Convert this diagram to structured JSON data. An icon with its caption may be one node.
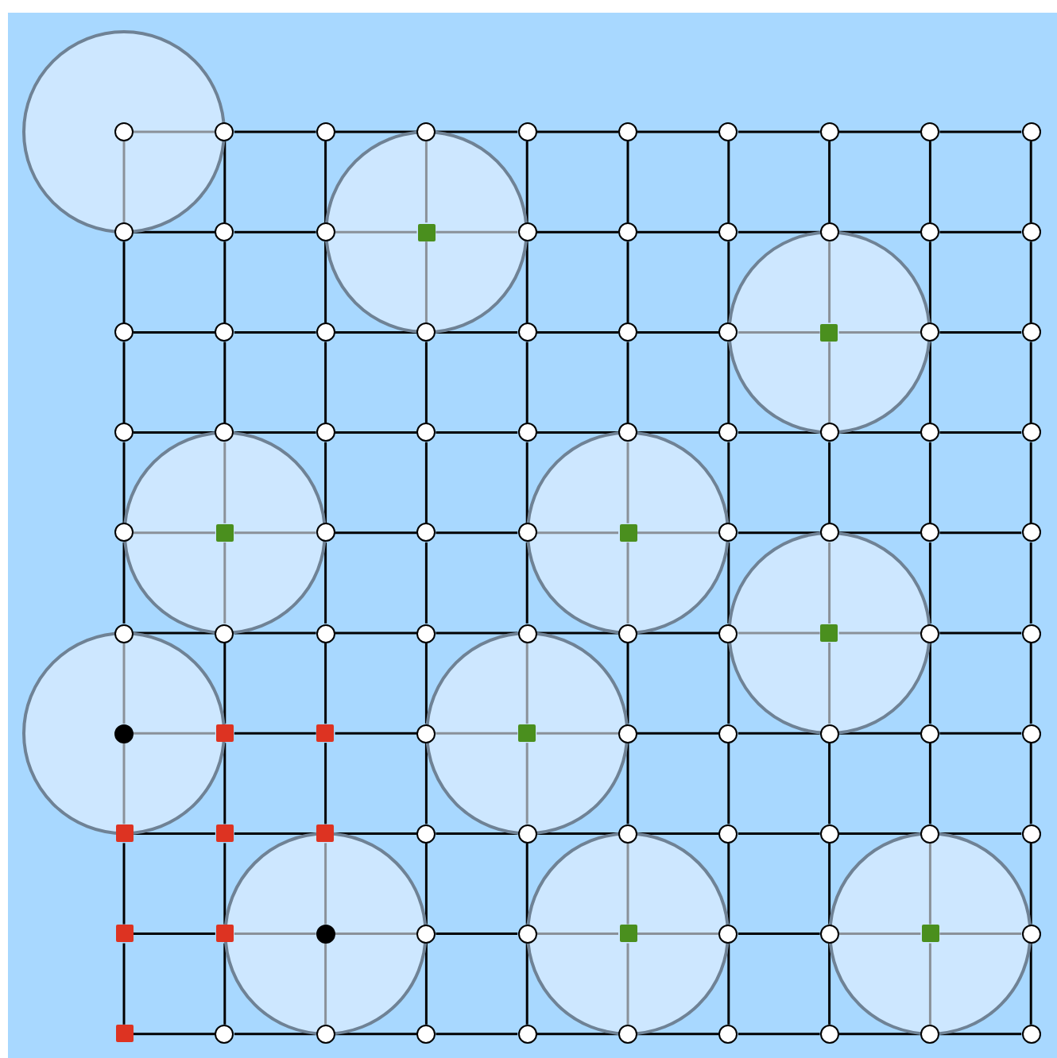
{
  "diagram": {
    "nodes": [
      {
        "text": [],
        "shape": "circle"
      },
      {
        "text": [],
        "shape": "circle"
      },
      {
        "text": [],
        "shape": "circle"
      },
      {
        "text": [],
        "shape": "circle"
      },
      {
        "text": [],
        "shape": "circle"
      },
      {
        "text": [],
        "shape": "circle"
      },
      {
        "text": [],
        "shape": "circle"
      },
      {
        "text": [],
        "shape": "circle"
      },
      {
        "text": [],
        "shape": "circle"
      },
      {
        "text": [],
        "shape": "circle"
      },
      {
        "text": [],
        "shape": "circle"
      },
      {
        "text": [],
        "shape": "circle"
      },
      {
        "text": [],
        "shape": "circle"
      },
      {
        "text": [],
        "shape": "box"
      },
      {
        "text": [],
        "shape": "circle"
      },
      {
        "text": [],
        "shape": "circle"
      },
      {
        "text": [],
        "shape": "circle"
      },
      {
        "text": [],
        "shape": "circle"
      },
      {
        "text": [],
        "shape": "circle"
      },
      {
        "text": [],
        "shape": "circle"
      },
      {
        "text": [],
        "shape": "circle"
      },
      {
        "text": [],
        "shape": "circle"
      },
      {
        "text": [],
        "shape": "circle"
      },
      {
        "text": [],
        "shape": "circle"
      },
      {
        "text": [],
        "shape": "circle"
      },
      {
        "text": [],
        "shape": "circle"
      },
      {
        "text": [],
        "shape": "circle"
      },
      {
        "text": [],
        "shape": "box"
      },
      {
        "text": [],
        "shape": "circle"
      },
      {
        "text": [],
        "shape": "circle"
      },
      {
        "text": [],
        "shape": "circle"
      },
      {
        "text": [],
        "shape": "circle"
      },
      {
        "text": [],
        "shape": "circle"
      },
      {
        "text": [],
        "shape": "circle"
      },
      {
        "text": [],
        "shape": "circle"
      },
      {
        "text": [],
        "shape": "circle"
      },
      {
        "text": [],
        "shape": "circle"
      },
      {
        "text": [],
        "shape": "circle"
      },
      {
        "text": [],
        "shape": "circle"
      },
      {
        "text": [],
        "shape": "circle"
      },
      {
        "text": [],
        "shape": "circle"
      },
      {
        "text": [],
        "shape": "box"
      },
      {
        "text": [],
        "shape": "circle"
      },
      {
        "text": [],
        "shape": "circle"
      },
      {
        "text": [],
        "shape": "circle"
      },
      {
        "text": [],
        "shape": "box"
      },
      {
        "text": [],
        "shape": "circle"
      },
      {
        "text": [],
        "shape": "circle"
      },
      {
        "text": [],
        "shape": "circle"
      },
      {
        "text": [],
        "shape": "circle"
      },
      {
        "text": [],
        "shape": "circle"
      },
      {
        "text": [],
        "shape": "circle"
      },
      {
        "text": [],
        "shape": "circle"
      },
      {
        "text": [],
        "shape": "circle"
      },
      {
        "text": [],
        "shape": "circle"
      },
      {
        "text": [],
        "shape": "circle"
      },
      {
        "text": [],
        "shape": "circle"
      },
      {
        "text": [],
        "shape": "box"
      },
      {
        "text": [],
        "shape": "circle"
      },
      {
        "text": [],
        "shape": "circle"
      },
      {
        "text": [],
        "shape": "circle"
      },
      {
        "text": [],
        "shape": "box"
      },
      {
        "text": [],
        "shape": "box"
      },
      {
        "text": [],
        "shape": "circle"
      },
      {
        "text": [],
        "shape": "box"
      },
      {
        "text": [],
        "shape": "circle"
      },
      {
        "text": [],
        "shape": "circle"
      },
      {
        "text": [],
        "shape": "circle"
      },
      {
        "text": [],
        "shape": "circle"
      },
      {
        "text": [],
        "shape": "circle"
      },
      {
        "text": [],
        "shape": "box"
      },
      {
        "text": [],
        "shape": "box"
      },
      {
        "text": [],
        "shape": "box"
      },
      {
        "text": [],
        "shape": "circle"
      },
      {
        "text": [],
        "shape": "circle"
      },
      {
        "text": [],
        "shape": "circle"
      },
      {
        "text": [],
        "shape": "circle"
      },
      {
        "text": [],
        "shape": "circle"
      },
      {
        "text": [],
        "shape": "circle"
      },
      {
        "text": [],
        "shape": "circle"
      },
      {
        "text": [],
        "shape": "box"
      },
      {
        "text": [],
        "shape": "box"
      },
      {
        "text": [],
        "shape": "circle"
      },
      {
        "text": [],
        "shape": "circle"
      },
      {
        "text": [],
        "shape": "circle"
      },
      {
        "text": [],
        "shape": "box"
      },
      {
        "text": [],
        "shape": "circle"
      },
      {
        "text": [],
        "shape": "circle"
      },
      {
        "text": [],
        "shape": "box"
      },
      {
        "text": [],
        "shape": "circle"
      },
      {
        "text": [],
        "shape": "box"
      },
      {
        "text": [],
        "shape": "circle"
      },
      {
        "text": [],
        "shape": "circle"
      },
      {
        "text": [],
        "shape": "circle"
      },
      {
        "text": [],
        "shape": "circle"
      },
      {
        "text": [],
        "shape": "circle"
      },
      {
        "text": [],
        "shape": "circle"
      },
      {
        "text": [],
        "shape": "circle"
      },
      {
        "text": [],
        "shape": "circle"
      },
      {
        "text": [],
        "shape": "circle"
      }
    ],
    "edges": [
      {
        "from": 0,
        "to": 1,
        "arrow": "none"
      },
      {
        "from": 1,
        "to": 2,
        "arrow": "none"
      },
      {
        "from": 2,
        "to": 3,
        "arrow": "none"
      },
      {
        "from": 3,
        "to": 4,
        "arrow": "none"
      },
      {
        "from": 4,
        "to": 5,
        "arrow": "none"
      },
      {
        "from": 5,
        "to": 6,
        "arrow": "none"
      },
      {
        "from": 6,
        "to": 7,
        "arrow": "none"
      },
      {
        "from": 7,
        "to": 8,
        "arrow": "none"
      },
      {
        "from": 8,
        "to": 9,
        "arrow": "none"
      },
      {
        "from": 10,
        "to": 11,
        "arrow": "none"
      },
      {
        "from": 11,
        "to": 12,
        "arrow": "none"
      },
      {
        "from": 12,
        "to": 13,
        "arrow": "none"
      },
      {
        "from": 13,
        "to": 14,
        "arrow": "none"
      },
      {
        "from": 14,
        "to": 15,
        "arrow": "none"
      },
      {
        "from": 15,
        "to": 16,
        "arrow": "none"
      },
      {
        "from": 16,
        "to": 17,
        "arrow": "none"
      },
      {
        "from": 17,
        "to": 18,
        "arrow": "none"
      },
      {
        "from": 18,
        "to": 19,
        "arrow": "none"
      },
      {
        "from": 20,
        "to": 21,
        "arrow": "none"
      },
      {
        "from": 21,
        "to": 22,
        "arrow": "none"
      },
      {
        "from": 22,
        "to": 23,
        "arrow": "none"
      },
      {
        "from": 23,
        "to": 24,
        "arrow": "none"
      },
      {
        "from": 24,
        "to": 25,
        "arrow": "none"
      },
      {
        "from": 25,
        "to": 26,
        "arrow": "none"
      },
      {
        "from": 26,
        "to": 27,
        "arrow": "none"
      },
      {
        "from": 27,
        "to": 28,
        "arrow": "none"
      },
      {
        "from": 28,
        "to": 29,
        "arrow": "none"
      },
      {
        "from": 30,
        "to": 31,
        "arrow": "none"
      },
      {
        "from": 31,
        "to": 32,
        "arrow": "none"
      },
      {
        "from": 32,
        "to": 33,
        "arrow": "none"
      },
      {
        "from": 33,
        "to": 34,
        "arrow": "none"
      },
      {
        "from": 34,
        "to": 35,
        "arrow": "none"
      },
      {
        "from": 35,
        "to": 36,
        "arrow": "none"
      },
      {
        "from": 36,
        "to": 37,
        "arrow": "none"
      },
      {
        "from": 37,
        "to": 38,
        "arrow": "none"
      },
      {
        "from": 38,
        "to": 39,
        "arrow": "none"
      },
      {
        "from": 40,
        "to": 41,
        "arrow": "none"
      },
      {
        "from": 41,
        "to": 42,
        "arrow": "none"
      },
      {
        "from": 42,
        "to": 43,
        "arrow": "none"
      },
      {
        "from": 43,
        "to": 44,
        "arrow": "none"
      },
      {
        "from": 44,
        "to": 45,
        "arrow": "none"
      },
      {
        "from": 45,
        "to": 46,
        "arrow": "none"
      },
      {
        "from": 46,
        "to": 47,
        "arrow": "none"
      },
      {
        "from": 47,
        "to": 48,
        "arrow": "none"
      },
      {
        "from": 48,
        "to": 49,
        "arrow": "none"
      },
      {
        "from": 50,
        "to": 51,
        "arrow": "none"
      },
      {
        "from": 51,
        "to": 52,
        "arrow": "none"
      },
      {
        "from": 52,
        "to": 53,
        "arrow": "none"
      },
      {
        "from": 53,
        "to": 54,
        "arrow": "none"
      },
      {
        "from": 54,
        "to": 55,
        "arrow": "none"
      },
      {
        "from": 55,
        "to": 56,
        "arrow": "none"
      },
      {
        "from": 56,
        "to": 57,
        "arrow": "none"
      },
      {
        "from": 57,
        "to": 58,
        "arrow": "none"
      },
      {
        "from": 58,
        "to": 59,
        "arrow": "none"
      },
      {
        "from": 60,
        "to": 61,
        "arrow": "none"
      },
      {
        "from": 61,
        "to": 62,
        "arrow": "none"
      },
      {
        "from": 62,
        "to": 63,
        "arrow": "none"
      },
      {
        "from": 63,
        "to": 64,
        "arrow": "none"
      },
      {
        "from": 64,
        "to": 65,
        "arrow": "none"
      },
      {
        "from": 65,
        "to": 66,
        "arrow": "none"
      },
      {
        "from": 66,
        "to": 67,
        "arrow": "none"
      },
      {
        "from": 67,
        "to": 68,
        "arrow": "none"
      },
      {
        "from": 68,
        "to": 69,
        "arrow": "none"
      },
      {
        "from": 70,
        "to": 71,
        "arrow": "none"
      },
      {
        "from": 71,
        "to": 72,
        "arrow": "none"
      },
      {
        "from": 72,
        "to": 73,
        "arrow": "none"
      },
      {
        "from": 73,
        "to": 74,
        "arrow": "none"
      },
      {
        "from": 74,
        "to": 75,
        "arrow": "none"
      },
      {
        "from": 75,
        "to": 76,
        "arrow": "none"
      },
      {
        "from": 76,
        "to": 77,
        "arrow": "none"
      },
      {
        "from": 77,
        "to": 78,
        "arrow": "none"
      },
      {
        "from": 78,
        "to": 79,
        "arrow": "none"
      },
      {
        "from": 80,
        "to": 81,
        "arrow": "none"
      },
      {
        "from": 81,
        "to": 82,
        "arrow": "none"
      },
      {
        "from": 82,
        "to": 83,
        "arrow": "none"
      },
      {
        "from": 83,
        "to": 84,
        "arrow": "none"
      },
      {
        "from": 84,
        "to": 85,
        "arrow": "none"
      },
      {
        "from": 85,
        "to": 86,
        "arrow": "none"
      },
      {
        "from": 86,
        "to": 87,
        "arrow": "none"
      },
      {
        "from": 87,
        "to": 88,
        "arrow": "none"
      },
      {
        "from": 88,
        "to": 89,
        "arrow": "none"
      },
      {
        "from": 90,
        "to": 91,
        "arrow": "none"
      },
      {
        "from": 91,
        "to": 92,
        "arrow": "none"
      },
      {
        "from": 92,
        "to": 93,
        "arrow": "none"
      },
      {
        "from": 93,
        "to": 94,
        "arrow": "none"
      },
      {
        "from": 94,
        "to": 95,
        "arrow": "none"
      },
      {
        "from": 95,
        "to": 96,
        "arrow": "none"
      },
      {
        "from": 96,
        "to": 97,
        "arrow": "none"
      },
      {
        "from": 97,
        "to": 98,
        "arrow": "none"
      },
      {
        "from": 98,
        "to": 99,
        "arrow": "none"
      },
      {
        "from": 0,
        "to": 10,
        "arrow": "none"
      },
      {
        "from": 1,
        "to": 11,
        "arrow": "none"
      },
      {
        "from": 2,
        "to": 12,
        "arrow": "none"
      },
      {
        "from": 3,
        "to": 13,
        "arrow": "none"
      },
      {
        "from": 4,
        "to": 14,
        "arrow": "none"
      },
      {
        "from": 5,
        "to": 15,
        "arrow": "none"
      },
      {
        "from": 6,
        "to": 16,
        "arrow": "none"
      },
      {
        "from": 7,
        "to": 17,
        "arrow": "none"
      },
      {
        "from": 8,
        "to": 18,
        "arrow": "none"
      },
      {
        "from": 9,
        "to": 19,
        "arrow": "none"
      },
      {
        "from": 10,
        "to": 20,
        "arrow": "none"
      },
      {
        "from": 11,
        "to": 21,
        "arrow": "none"
      },
      {
        "from": 12,
        "to": 22,
        "arrow": "none"
      },
      {
        "from": 13,
        "to": 23,
        "arrow": "none"
      },
      {
        "from": 14,
        "to": 24,
        "arrow": "none"
      },
      {
        "from": 15,
        "to": 25,
        "arrow": "none"
      },
      {
        "from": 16,
        "to": 26,
        "arrow": "none"
      },
      {
        "from": 17,
        "to": 27,
        "arrow": "none"
      },
      {
        "from": 18,
        "to": 28,
        "arrow": "none"
      },
      {
        "from": 19,
        "to": 29,
        "arrow": "none"
      },
      {
        "from": 20,
        "to": 30,
        "arrow": "none"
      },
      {
        "from": 21,
        "to": 31,
        "arrow": "none"
      },
      {
        "from": 22,
        "to": 32,
        "arrow": "none"
      },
      {
        "from": 23,
        "to": 33,
        "arrow": "none"
      },
      {
        "from": 24,
        "to": 34,
        "arrow": "none"
      },
      {
        "from": 25,
        "to": 35,
        "arrow": "none"
      },
      {
        "from": 26,
        "to": 36,
        "arrow": "none"
      },
      {
        "from": 27,
        "to": 37,
        "arrow": "none"
      },
      {
        "from": 28,
        "to": 38,
        "arrow": "none"
      },
      {
        "from": 29,
        "to": 39,
        "arrow": "none"
      },
      {
        "from": 30,
        "to": 40,
        "arrow": "none"
      },
      {
        "from": 31,
        "to": 41,
        "arrow": "none"
      },
      {
        "from": 32,
        "to": 42,
        "arrow": "none"
      },
      {
        "from": 33,
        "to": 43,
        "arrow": "none"
      },
      {
        "from": 34,
        "to": 44,
        "arrow": "none"
      },
      {
        "from": 35,
        "to": 45,
        "arrow": "none"
      },
      {
        "from": 36,
        "to": 46,
        "arrow": "none"
      },
      {
        "from": 37,
        "to": 47,
        "arrow": "none"
      },
      {
        "from": 38,
        "to": 48,
        "arrow": "none"
      },
      {
        "from": 39,
        "to": 49,
        "arrow": "none"
      },
      {
        "from": 40,
        "to": 50,
        "arrow": "none"
      },
      {
        "from": 41,
        "to": 51,
        "arrow": "none"
      },
      {
        "from": 42,
        "to": 52,
        "arrow": "none"
      },
      {
        "from": 43,
        "to": 53,
        "arrow": "none"
      },
      {
        "from": 44,
        "to": 54,
        "arrow": "none"
      },
      {
        "from": 45,
        "to": 55,
        "arrow": "none"
      },
      {
        "from": 46,
        "to": 56,
        "arrow": "none"
      },
      {
        "from": 47,
        "to": 57,
        "arrow": "none"
      },
      {
        "from": 48,
        "to": 58,
        "arrow": "none"
      },
      {
        "from": 49,
        "to": 59,
        "arrow": "none"
      },
      {
        "from": 50,
        "to": 60,
        "arrow": "none"
      },
      {
        "from": 51,
        "to": 61,
        "arrow": "none"
      },
      {
        "from": 52,
        "to": 62,
        "arrow": "none"
      },
      {
        "from": 53,
        "to": 63,
        "arrow": "none"
      },
      {
        "from": 54,
        "to": 64,
        "arrow": "none"
      },
      {
        "from": 55,
        "to": 65,
        "arrow": "none"
      },
      {
        "from": 56,
        "to": 66,
        "arrow": "none"
      },
      {
        "from": 57,
        "to": 67,
        "arrow": "none"
      },
      {
        "from": 58,
        "to": 68,
        "arrow": "none"
      },
      {
        "from": 59,
        "to": 69,
        "arrow": "none"
      },
      {
        "from": 60,
        "to": 70,
        "arrow": "none"
      },
      {
        "from": 61,
        "to": 71,
        "arrow": "none"
      },
      {
        "from": 62,
        "to": 72,
        "arrow": "none"
      },
      {
        "from": 63,
        "to": 73,
        "arrow": "none"
      },
      {
        "from": 64,
        "to": 74,
        "arrow": "none"
      },
      {
        "from": 65,
        "to": 75,
        "arrow": "none"
      },
      {
        "from": 66,
        "to": 76,
        "arrow": "none"
      },
      {
        "from": 67,
        "to": 77,
        "arrow": "none"
      },
      {
        "from": 68,
        "to": 78,
        "arrow": "none"
      },
      {
        "from": 69,
        "to": 79,
        "arrow": "none"
      },
      {
        "from": 70,
        "to": 80,
        "arrow": "none"
      },
      {
        "from": 71,
        "to": 81,
        "arrow": "none"
      },
      {
        "from": 72,
        "to": 82,
        "arrow": "none"
      },
      {
        "from": 73,
        "to": 83,
        "arrow": "none"
      },
      {
        "from": 74,
        "to": 84,
        "arrow": "none"
      },
      {
        "from": 75,
        "to": 85,
        "arrow": "none"
      },
      {
        "from": 76,
        "to": 86,
        "arrow": "none"
      },
      {
        "from": 77,
        "to": 87,
        "arrow": "none"
      },
      {
        "from": 78,
        "to": 88,
        "arrow": "none"
      },
      {
        "from": 79,
        "to": 89,
        "arrow": "none"
      },
      {
        "from": 80,
        "to": 90,
        "arrow": "none"
      },
      {
        "from": 81,
        "to": 91,
        "arrow": "none"
      },
      {
        "from": 82,
        "to": 92,
        "arrow": "none"
      },
      {
        "from": 83,
        "to": 93,
        "arrow": "none"
      },
      {
        "from": 84,
        "to": 94,
        "arrow": "none"
      },
      {
        "from": 85,
        "to": 95,
        "arrow": "none"
      },
      {
        "from": 86,
        "to": 96,
        "arrow": "none"
      },
      {
        "from": 87,
        "to": 97,
        "arrow": "none"
      },
      {
        "from": 88,
        "to": 98,
        "arrow": "none"
      },
      {
        "from": 89,
        "to": 99,
        "arrow": "none"
      }
    ]
  }
}
